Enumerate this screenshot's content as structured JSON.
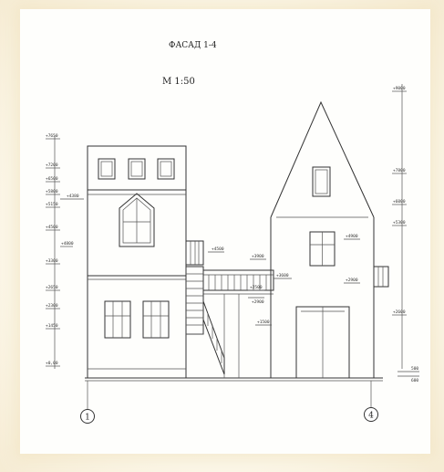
{
  "drawing": {
    "title": "ФАСАД 1-4",
    "scale": "М 1:50",
    "axis_left": "1",
    "axis_right": "4"
  },
  "left_levels": [
    "+7650",
    "+7200",
    "+6500",
    "+5800",
    "+5150",
    "+4500",
    "+3300",
    "+2650",
    "+2300",
    "+1450",
    "+0,00"
  ],
  "left_extra_levels": [
    "+4380",
    "+4800"
  ],
  "right_levels": [
    "+9000",
    "+7800",
    "+6000",
    "+5300",
    "+2600"
  ],
  "right_small": [
    "500",
    "600"
  ],
  "center_levels": [
    "+4500",
    "+2900",
    "+3900",
    "+3600",
    "+2500",
    "+1500",
    "+4900",
    "+2900"
  ]
}
